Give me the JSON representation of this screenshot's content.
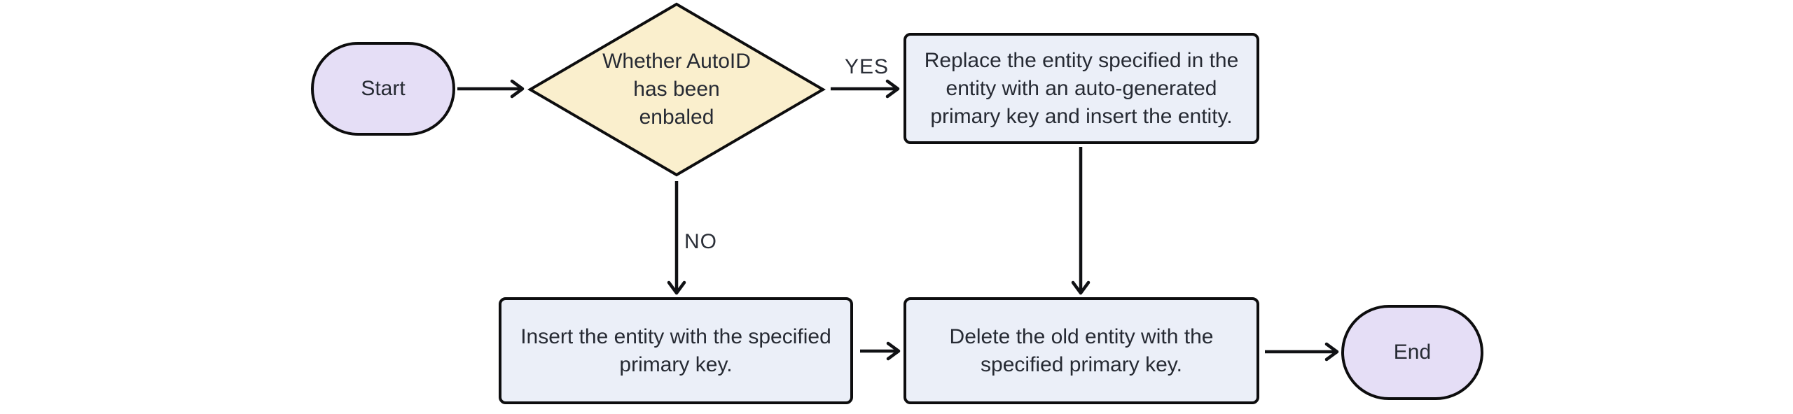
{
  "diagram": {
    "type": "flowchart",
    "orientation": "left-to-right",
    "nodes": {
      "start": {
        "shape": "stadium",
        "label": "Start",
        "fill": "#e5def6"
      },
      "decision": {
        "shape": "diamond",
        "label": "Whether AutoID\nhas been\nenbaled",
        "fill": "#faefcd"
      },
      "replace": {
        "shape": "rect",
        "label": "Replace the entity specified in the\nentity with an auto-generated\nprimary key and insert the entity.",
        "fill": "#ebeff8"
      },
      "insert": {
        "shape": "rect",
        "label": "Insert the entity with the specified\nprimary key.",
        "fill": "#ebeff8"
      },
      "delete": {
        "shape": "rect",
        "label": "Delete the old entity with the\nspecified primary key.",
        "fill": "#ebeff8"
      },
      "end": {
        "shape": "stadium",
        "label": "End",
        "fill": "#e5def6"
      }
    },
    "edges": [
      {
        "from": "start",
        "to": "decision",
        "label": ""
      },
      {
        "from": "decision",
        "to": "replace",
        "label": "YES"
      },
      {
        "from": "decision",
        "to": "insert",
        "label": "NO"
      },
      {
        "from": "replace",
        "to": "delete",
        "label": ""
      },
      {
        "from": "insert",
        "to": "delete",
        "label": ""
      },
      {
        "from": "delete",
        "to": "end",
        "label": ""
      }
    ],
    "colors": {
      "background": "#ffffff",
      "border": "#0d0d0e",
      "arrow": "#101114",
      "text": "#262a33",
      "terminal_fill": "#e5def6",
      "decision_fill": "#faefcd",
      "process_fill": "#ebeff8"
    }
  }
}
